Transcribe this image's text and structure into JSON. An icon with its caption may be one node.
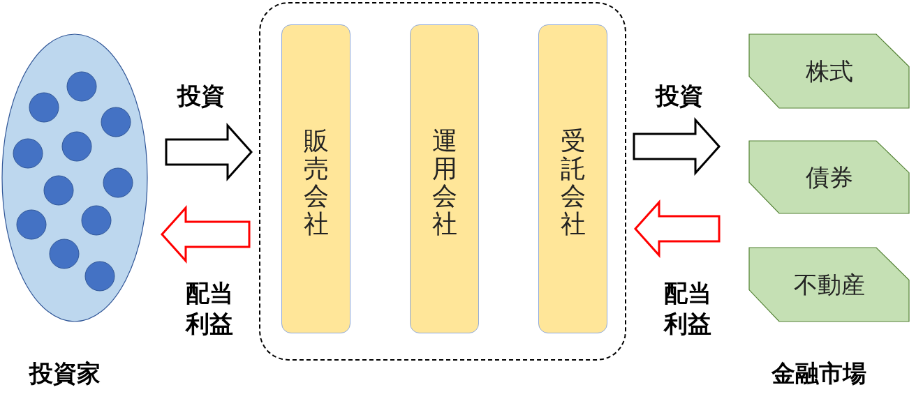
{
  "diagram": {
    "nodes": [
      {
        "text": [
          "投資家"
        ]
      },
      {
        "text": [],
        "shape": "box"
      },
      {
        "text": [
          "販売会社"
        ],
        "in": 1
      },
      {
        "text": [
          "運用会社"
        ],
        "in": 1
      },
      {
        "text": [
          "受託会社"
        ],
        "in": 1
      },
      {
        "text": [
          "株式"
        ]
      },
      {
        "text": [
          "債券"
        ]
      },
      {
        "text": [
          "不動産"
        ]
      }
    ],
    "edges": [
      {
        "from": 0,
        "to": 1,
        "arrow": "to",
        "label": "投資",
        "style": "thick"
      },
      {
        "from": 1,
        "to": 0,
        "arrow": "to",
        "label": "配当利益",
        "style": "thick",
        "color": "#ff0000"
      },
      {
        "from": 1,
        "to": 6,
        "arrow": "to",
        "label": "投資",
        "style": "thick"
      },
      {
        "from": 6,
        "to": 1,
        "arrow": "to",
        "label": "配当利益",
        "style": "thick",
        "color": "#ff0000"
      }
    ],
    "labels": [
      "金融市場"
    ]
  }
}
